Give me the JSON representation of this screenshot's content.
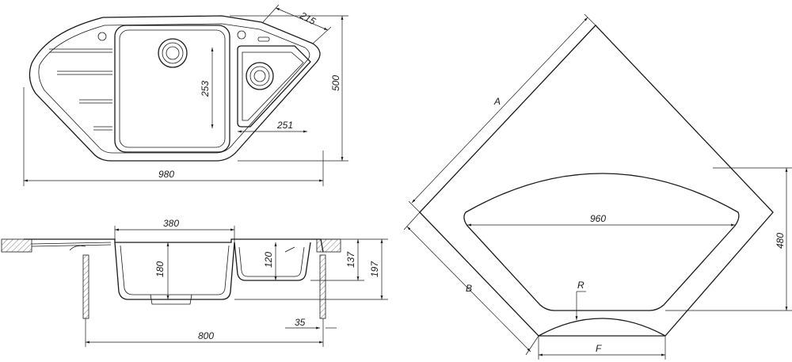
{
  "top_view": {
    "dim_width": "980",
    "dim_depth": "500",
    "dim_bowl_depth": "253",
    "dim_small_bowl": "251",
    "dim_corner": "215"
  },
  "section_view": {
    "dim_bowl_width": "380",
    "dim_bowl_height": "180",
    "dim_small_bowl_height": "120",
    "dim_overall_137": "137",
    "dim_overall_197": "197",
    "dim_cabinet": "800",
    "dim_wall": "35"
  },
  "cutout_view": {
    "dim_a": "A",
    "dim_b": "B",
    "dim_width": "960",
    "dim_depth": "480",
    "dim_r": "R",
    "dim_f": "F"
  }
}
